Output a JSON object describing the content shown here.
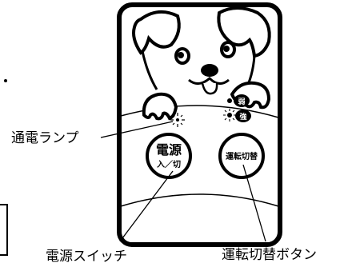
{
  "labels": {
    "power_lamp": "通電ランプ",
    "power_switch": "電源スイッチ",
    "mode_button": "運転切替ボタン"
  },
  "power_button": {
    "main": "電源",
    "sub": "入／切"
  },
  "mode_button": {
    "label": "運転切替"
  },
  "indicators": {
    "weak": "弱",
    "strong": "強"
  }
}
